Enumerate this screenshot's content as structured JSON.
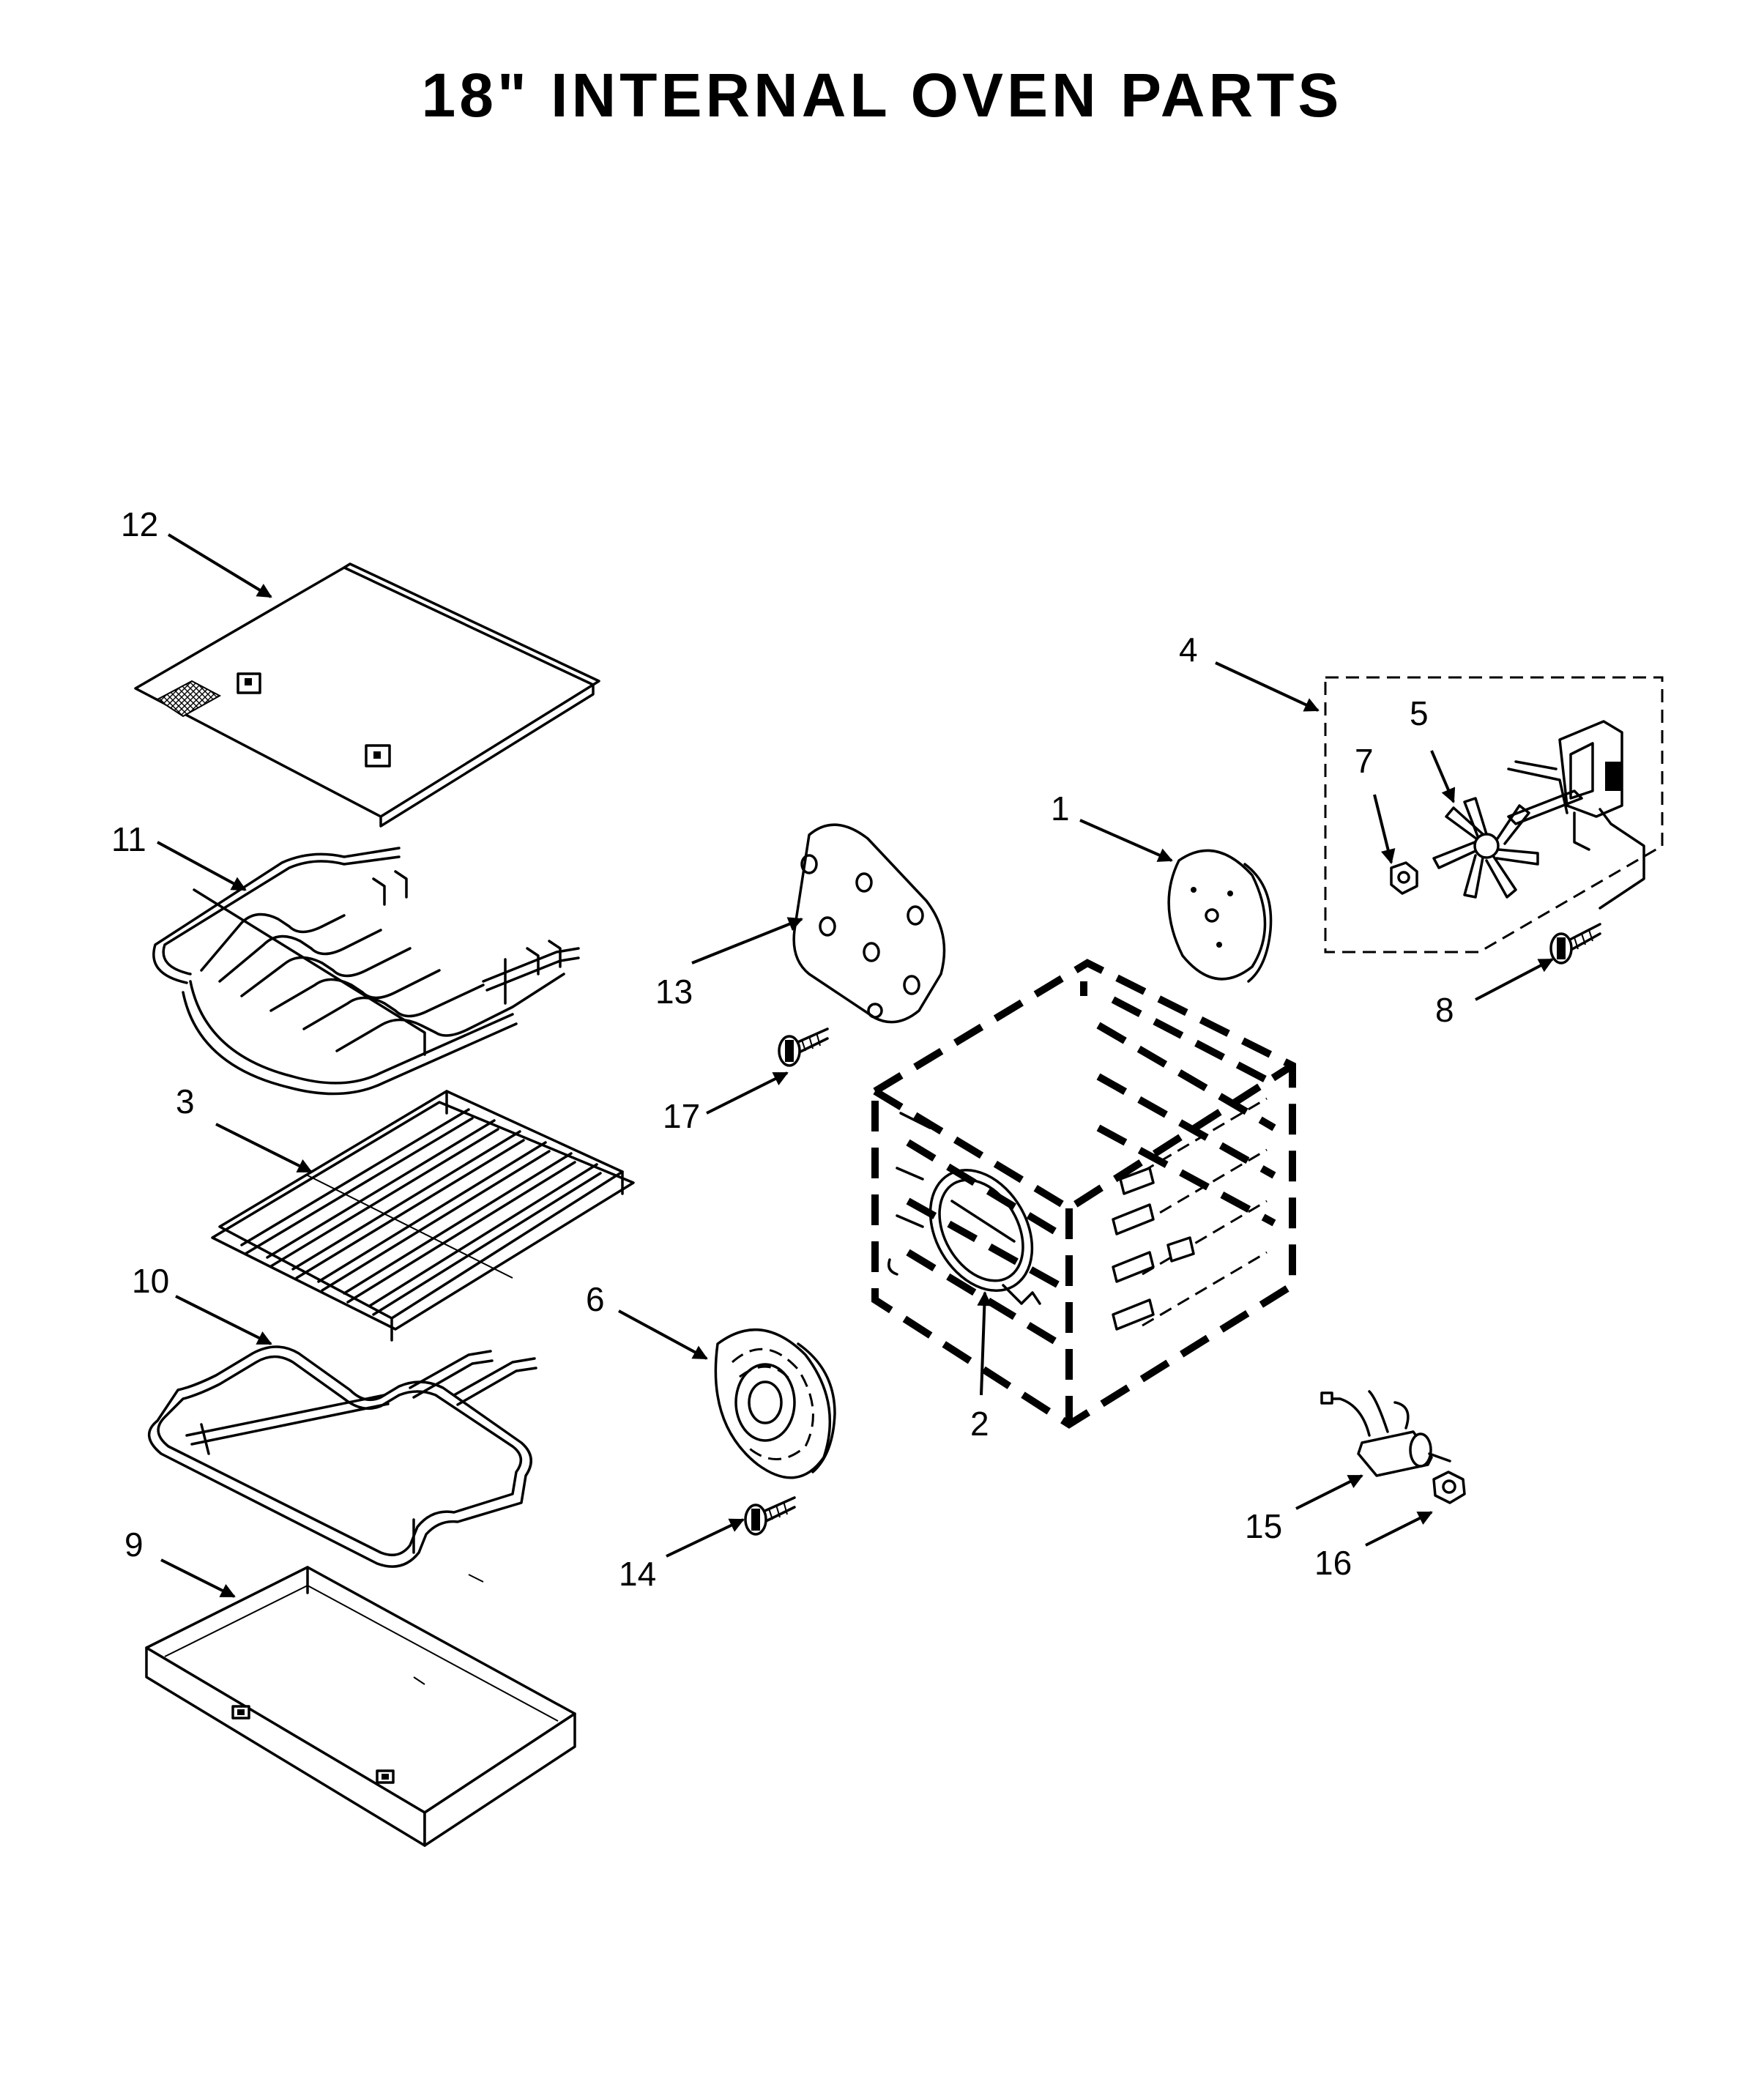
{
  "title": "18\" INTERNAL OVEN PARTS",
  "callouts": {
    "p1": "1",
    "p2": "2",
    "p3": "3",
    "p4": "4",
    "p5": "5",
    "p6": "6",
    "p7": "7",
    "p8": "8",
    "p9": "9",
    "p10": "10",
    "p11": "11",
    "p12": "12",
    "p13": "13",
    "p14": "14",
    "p15": "15",
    "p16": "16",
    "p17": "17"
  }
}
